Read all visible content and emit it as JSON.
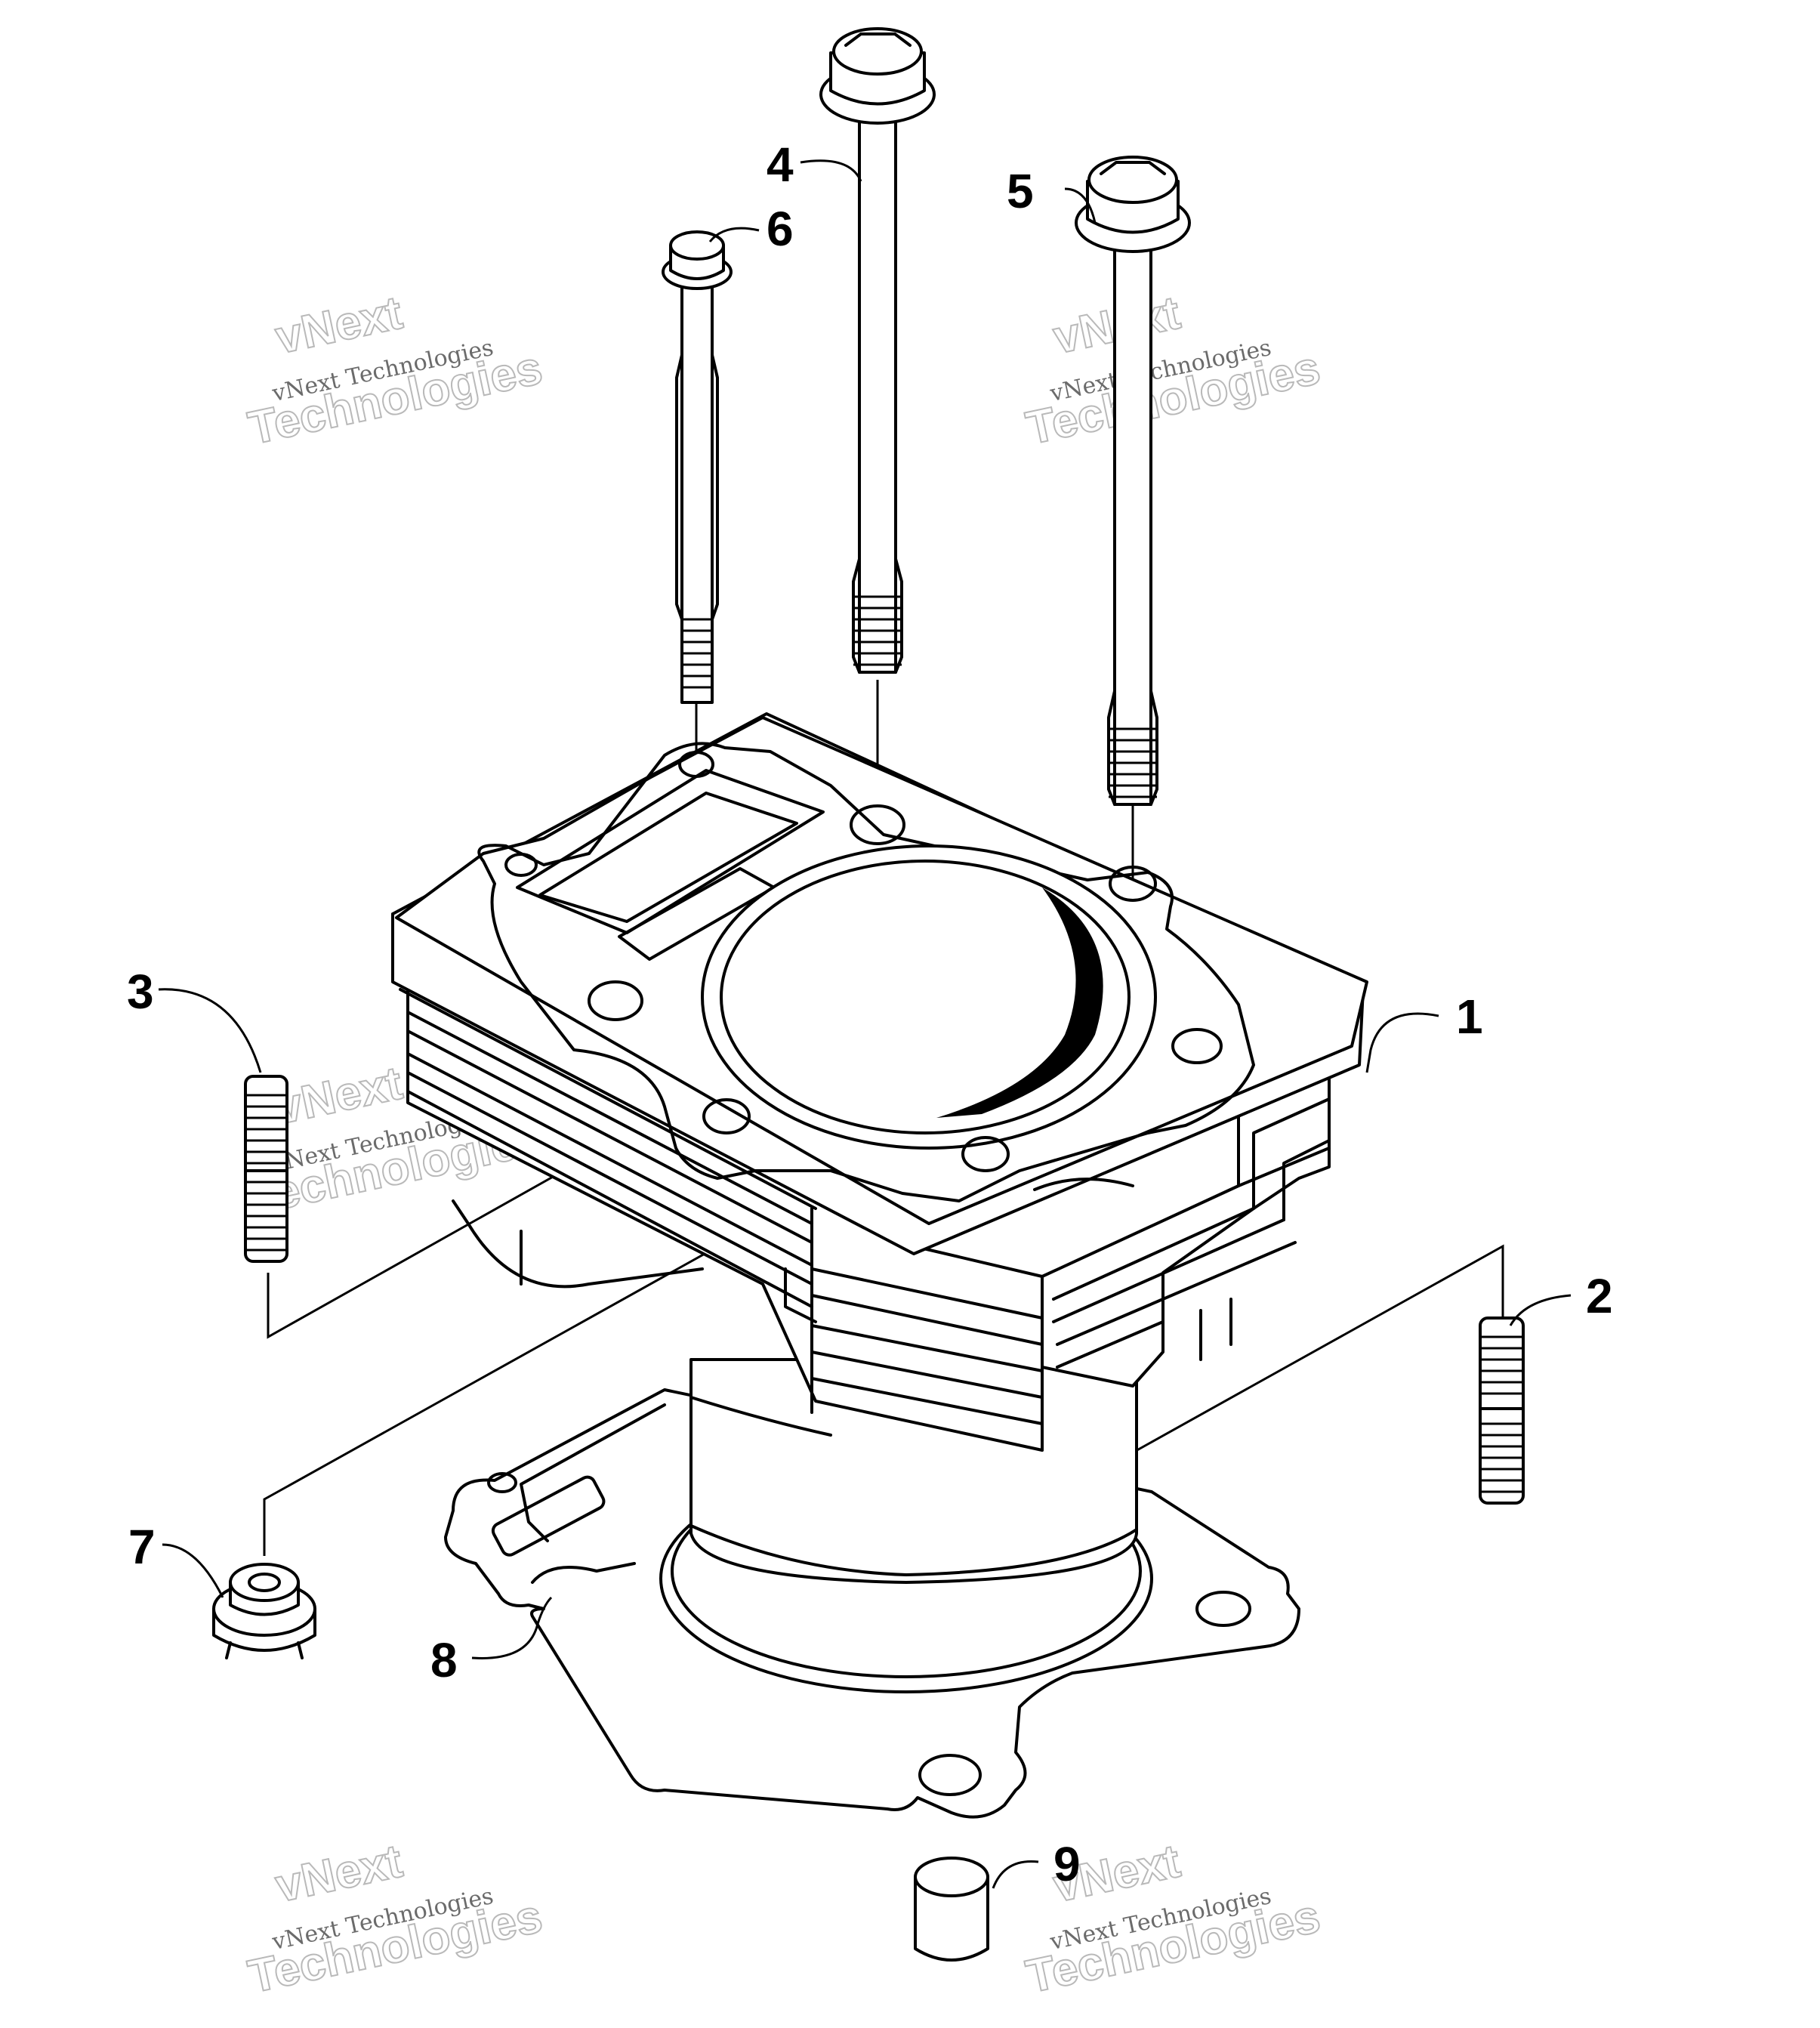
{
  "watermark": {
    "line1": "vNext",
    "line2": "vNext Technologies",
    "line3": "Technologies"
  },
  "callouts": [
    {
      "id": "1",
      "label": "1"
    },
    {
      "id": "2",
      "label": "2"
    },
    {
      "id": "3",
      "label": "3"
    },
    {
      "id": "4",
      "label": "4"
    },
    {
      "id": "5",
      "label": "5"
    },
    {
      "id": "6",
      "label": "6"
    },
    {
      "id": "7",
      "label": "7"
    },
    {
      "id": "8",
      "label": "8"
    },
    {
      "id": "9",
      "label": "9"
    }
  ],
  "colors": {
    "line": "#000000",
    "background": "#ffffff",
    "watermark": "#6b6b6b"
  }
}
